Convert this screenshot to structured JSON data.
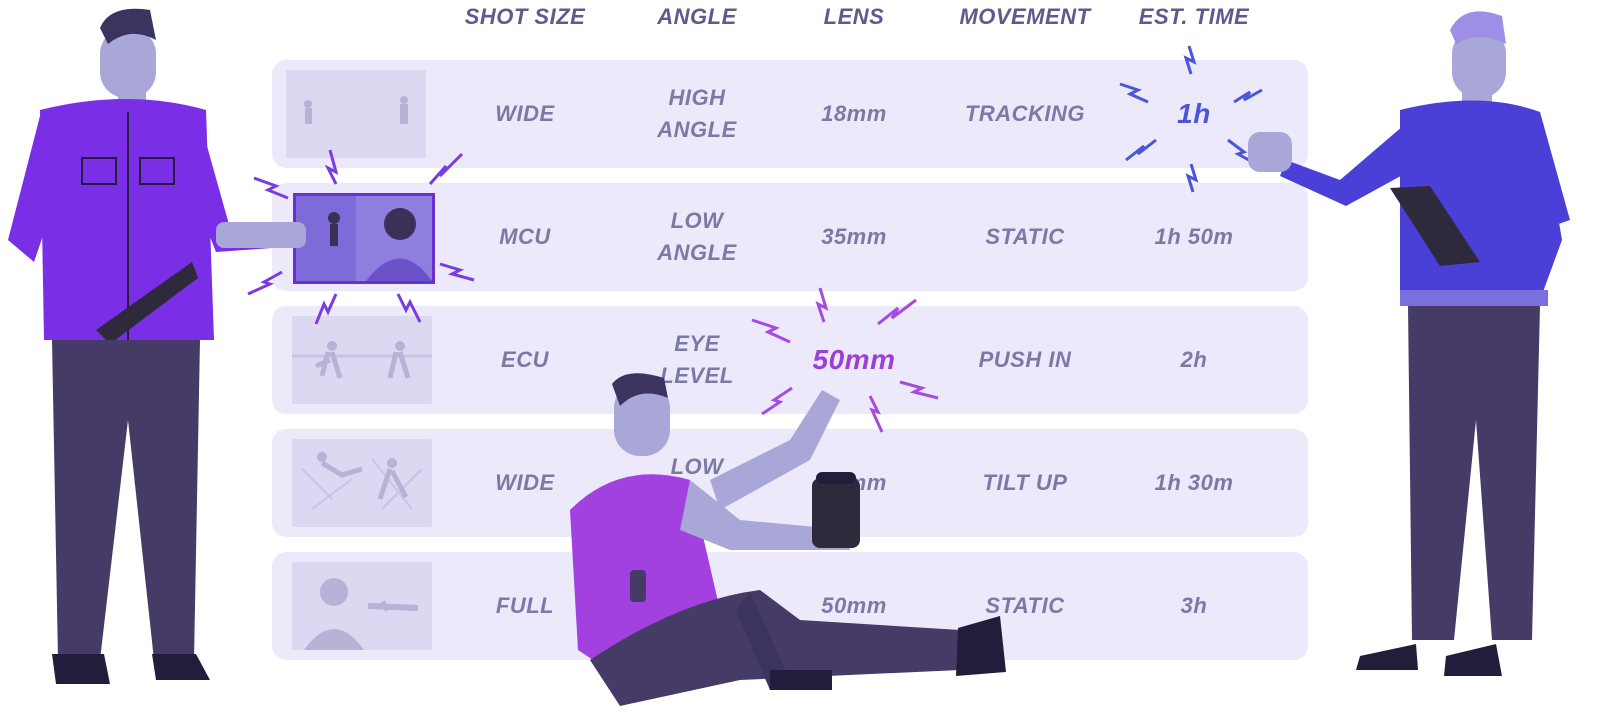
{
  "table": {
    "headers": [
      "SHOT SIZE",
      "ANGLE",
      "LENS",
      "MOVEMENT",
      "EST. TIME"
    ],
    "rows": [
      {
        "shot_size": "WIDE",
        "angle_line1": "HIGH",
        "angle_line2": "ANGLE",
        "lens": "18mm",
        "movement": "TRACKING",
        "time": "1h"
      },
      {
        "shot_size": "MCU",
        "angle_line1": "LOW",
        "angle_line2": "ANGLE",
        "lens": "35mm",
        "movement": "STATIC",
        "time": "1h 50m"
      },
      {
        "shot_size": "ECU",
        "angle_line1": "EYE",
        "angle_line2": "LEVEL",
        "lens": "50mm",
        "movement": "PUSH IN",
        "time": "2h"
      },
      {
        "shot_size": "WIDE",
        "angle_line1": "LOW",
        "angle_line2": "",
        "lens": "85mm",
        "movement": "TILT UP",
        "time": "1h 30m"
      },
      {
        "shot_size": "FULL",
        "angle_line1": "",
        "angle_line2": "",
        "lens": "50mm",
        "movement": "STATIC",
        "time": "3h"
      }
    ]
  },
  "colors": {
    "row_bg": "#ece9fb",
    "header_text": "#5f5a8c",
    "cell_text": "#7b7aa6",
    "highlight_blue": "#4a55d9",
    "highlight_purple": "#9b3fd6"
  },
  "icons": [
    "storyboard-thumbnail",
    "spark-burst",
    "person-with-clipboard",
    "camera-lens"
  ]
}
